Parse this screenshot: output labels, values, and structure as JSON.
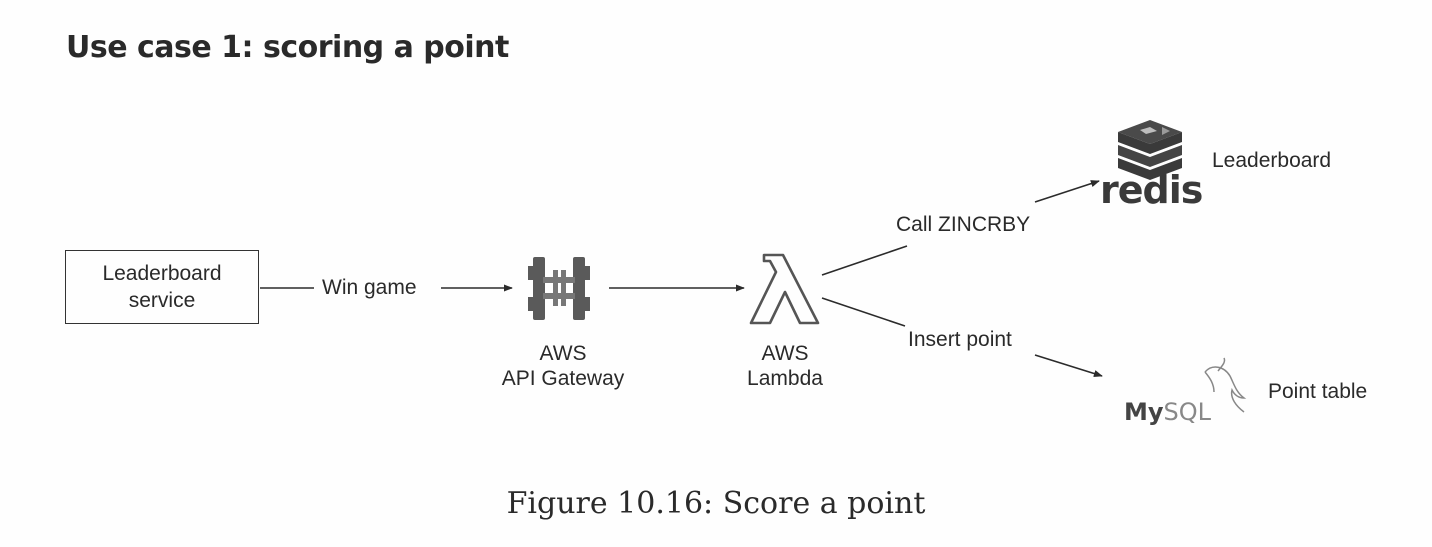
{
  "heading": "Use case 1: scoring a point",
  "nodes": {
    "service": {
      "line1": "Leaderboard",
      "line2": "service"
    },
    "gateway": {
      "line1": "AWS",
      "line2": "API Gateway",
      "icon": "api-gateway-icon"
    },
    "lambda": {
      "line1": "AWS",
      "line2": "Lambda",
      "icon": "lambda-icon"
    },
    "redis": {
      "logo_text": "redis",
      "label": "Leaderboard",
      "icon": "redis-logo"
    },
    "mysql": {
      "logo_text_1": "My",
      "logo_text_2": "SQL",
      "label": "Point table",
      "icon": "mysql-logo"
    }
  },
  "edges": {
    "win_game": "Win game",
    "call_zincrby": "Call ZINCRBY",
    "insert_point": "Insert point"
  },
  "caption": "Figure 10.16: Score a point",
  "colors": {
    "line": "#2b2b2b",
    "icon": "#555555",
    "text": "#2a2a2a"
  }
}
